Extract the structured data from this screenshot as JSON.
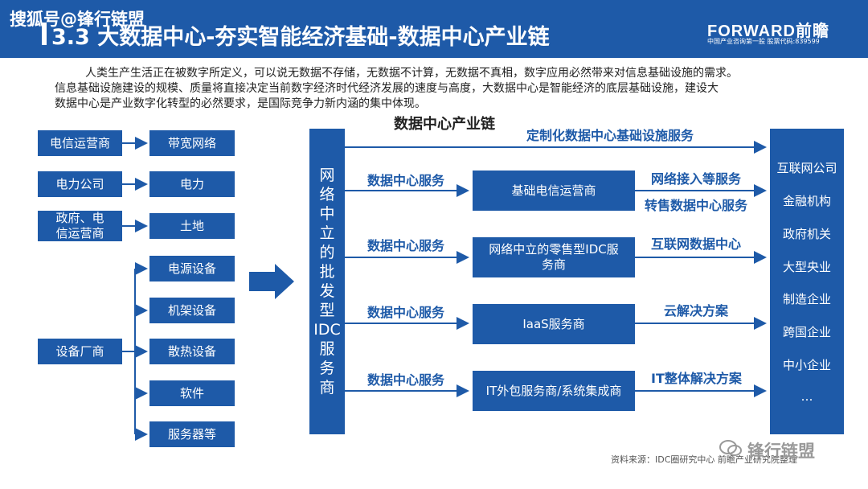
{
  "watermark_top": "搜狐号@锋行链盟",
  "title": "3.3 大数据中心-夯实智能经济基础-数据中心产业链",
  "logo": {
    "brand": "FORWARD前瞻",
    "subtitle": "中国产业咨询第一股 股票代码:839599"
  },
  "intro": [
    "人类生产生活正在被数字所定义，可以说无数据不存储，无数据不计算，无数据不真相，数字应用必然带来对信息基础设施的需求。",
    "信息基础设施建设的规模、质量将直接决定当前数字经济时代经济发展的速度与高度，大数据中心是智能经济的底层基础设施，建设大",
    "数据中心是产业数字化转型的必然要求，是国际竞争力新内涵的集中体现。"
  ],
  "diagram": {
    "title": "数据中心产业链",
    "suppliers": [
      "电信运营商",
      "电力公司",
      "政府、电信运营商",
      "设备厂商"
    ],
    "resources": [
      "带宽网络",
      "电力",
      "土地",
      "电源设备",
      "机架设备",
      "散热设备",
      "软件",
      "服务器等"
    ],
    "center_chars": [
      "网",
      "络",
      "中",
      "立",
      "的",
      "批",
      "发",
      "型",
      "IDC",
      "服",
      "务",
      "商"
    ],
    "top_service": "定制化数据中心基础设施服务",
    "service_label": "数据中心服务",
    "providers": [
      "基础电信运营商",
      "网络中立的零售型IDC服务商",
      "IaaS服务商",
      "IT外包服务商/系统集成商"
    ],
    "offerings": [
      "网络接入等服务",
      "转售数据中心服务",
      "互联网数据中心",
      "云解决方案",
      "IT整体解决方案"
    ],
    "customers": [
      "互联网公司",
      "金融机构",
      "政府机关",
      "大型央业",
      "制造企业",
      "跨国企业",
      "中小企业",
      "…"
    ]
  },
  "source": "资料来源：IDC圈研究中心 前瞻产业研究院整理",
  "watermark_bottom": "锋行链盟",
  "colors": {
    "primary": "#1e5aa8",
    "text": "#222222"
  }
}
